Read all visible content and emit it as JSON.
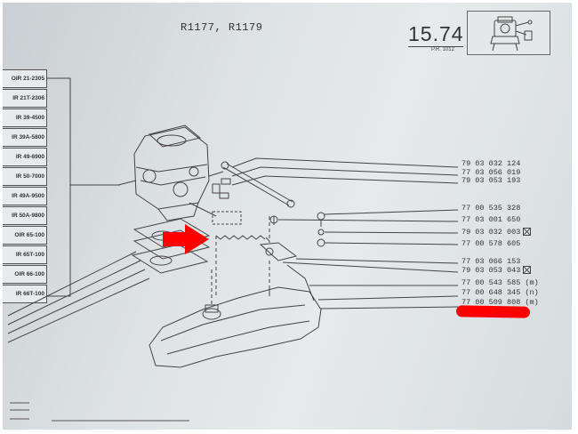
{
  "header": {
    "models": "R1177, R1179",
    "page_number": "15.74",
    "page_ref": "P.R. 1012"
  },
  "model_labels": [
    "OIR 21-2305",
    "IR 21T-2306",
    "IR 39-4500",
    "IR 39A-5800",
    "IR 49-6900",
    "IR 50-7000",
    "IR 49A-9500",
    "IR 50A-9800",
    "OIR 65-100",
    "IR 65T-100",
    "OIR 66-100",
    "IR 66T-100"
  ],
  "part_numbers": [
    {
      "number": "79 03 032 124",
      "suffix": "",
      "mark": false
    },
    {
      "number": "77 03 056 019",
      "suffix": "",
      "mark": false
    },
    {
      "number": "79 03 053 193",
      "suffix": "",
      "mark": false
    },
    {
      "number": "77 00 535 328",
      "suffix": "",
      "mark": false
    },
    {
      "number": "77 03 001 650",
      "suffix": "",
      "mark": false
    },
    {
      "number": "79 03 032 003",
      "suffix": "",
      "mark": true
    },
    {
      "number": "77 00 578 605",
      "suffix": "",
      "mark": false
    },
    {
      "number": "77 03 066 153",
      "suffix": "",
      "mark": false
    },
    {
      "number": "79 03 053 043",
      "suffix": "",
      "mark": true
    },
    {
      "number": "77 00 543 585",
      "suffix": "(m)",
      "mark": false
    },
    {
      "number": "77 00 648 345",
      "suffix": "(n)",
      "mark": false
    },
    {
      "number": "77 00 509 808",
      "suffix": "(m)",
      "mark": false
    }
  ],
  "highlighted_part": "77 00 509 808",
  "colors": {
    "paper": "#dde2e4",
    "ink": "#333333",
    "highlight": "#ff0000"
  },
  "icons": {
    "pointer": "red-arrow-icon",
    "thumbnail": "carburetor-thumbnail-icon",
    "mark": "crossed-box-icon"
  }
}
